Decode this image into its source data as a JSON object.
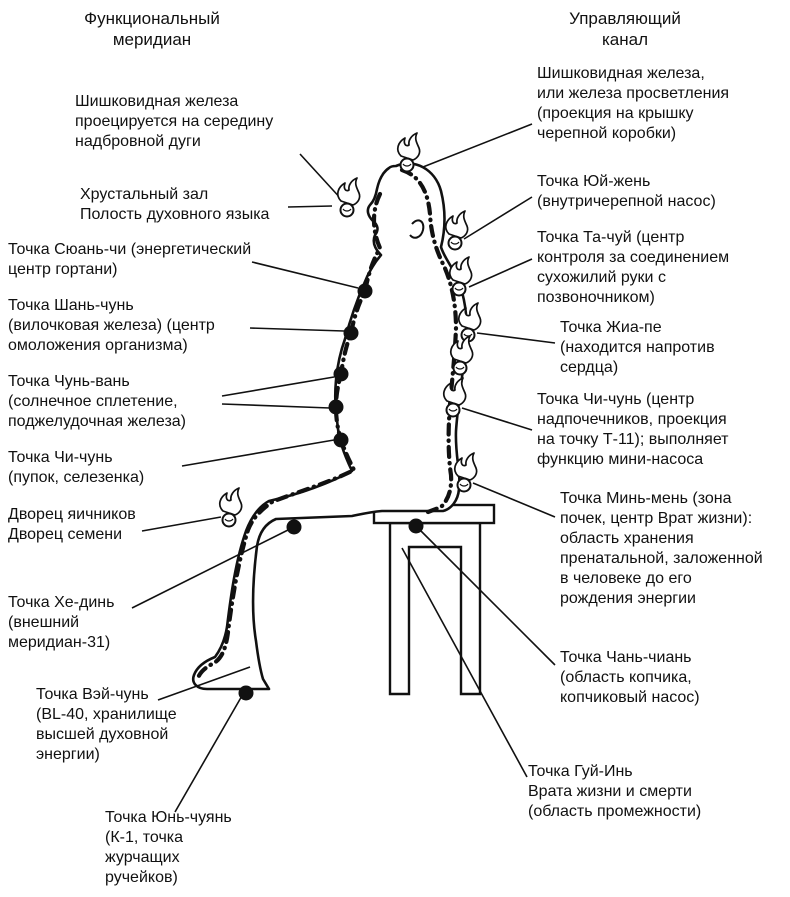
{
  "colors": {
    "ink": "#111111",
    "paper": "#ffffff"
  },
  "icons": {
    "flame_icon": "🔥",
    "point_dot": "●"
  },
  "headers": {
    "functional": "Функциональный\nмеридиан",
    "governing": "Управляющий\nканал"
  },
  "functional_labels": {
    "pineal_brow": "Шишковидная железа\nпроецируется на середину\nнадбровной дуги",
    "crystal_hall": "Хрустальный зал\nПолость духовного языка",
    "xuan_chi": "Точка Сюань-чи (энергетический\nцентр гортани)",
    "shan_chun": "Точка Шань-чунь\n(вилочковая железа) (центр\nомоложения организма)",
    "chun_van": "Точка Чунь-вань\n(солнечное сплетение,\nподжелудочная железа)",
    "chi_chun": "Точка Чи-чунь\n(пупок, селезенка)",
    "palaces": "Дворец яичников\nДворец семени",
    "he_din": "Точка Хе-динь\n(внешний\nмеридиан-31)",
    "vey_chun": "Точка Вэй-чунь\n(BL-40, хранилище\nвысшей духовной\nэнергии)",
    "yun_chuyan": "Точка Юнь-чуянь\n(К-1, точка\nжурчащих\nручейков)"
  },
  "governing_labels": {
    "pineal_crown": "Шишковидная железа,\nили железа просветления\n(проекция на крышку\nчерепной коробки)",
    "yu_zhen": "Точка Юй-жень\n(внутричерепной насос)",
    "ta_chuy": "Точка Та-чуй (центр\nконтроля за соединением\nсухожилий руки с\nпозвоночником)",
    "zhia_pe": "Точка Жиа-пе\n(находится напротив\nсердца)",
    "chi_chun_back": "Точка Чи-чунь (центр\nнадпочечников, проекция\nна точку Т-11); выполняет\nфункцию мини-насоса",
    "min_men": "Точка Минь-мень (зона\nпочек, центр Врат жизни):\nобласть хранения\nпренатальной, заложенной\nв человеке до его\nрождения энергии",
    "chan_chian": "Точка Чань-чиань\n(область копчика,\nкопчиковый насос)",
    "guy_in": "Точка Гуй-Инь\nВрата жизни и смерти\n(область промежности)"
  }
}
